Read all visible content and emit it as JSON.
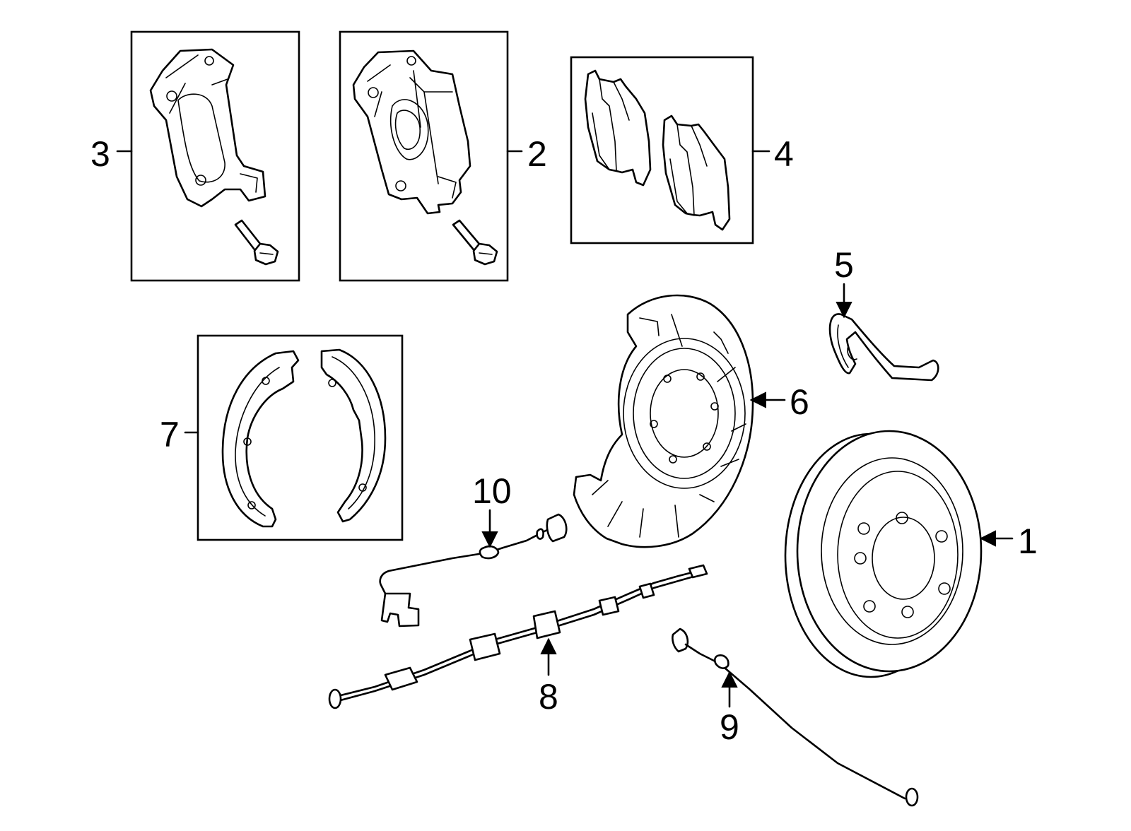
{
  "callouts": [
    {
      "id": "1",
      "text": "1"
    },
    {
      "id": "2",
      "text": "2"
    },
    {
      "id": "3",
      "text": "3"
    },
    {
      "id": "4",
      "text": "4"
    },
    {
      "id": "5",
      "text": "5"
    },
    {
      "id": "6",
      "text": "6"
    },
    {
      "id": "7",
      "text": "7"
    },
    {
      "id": "8",
      "text": "8"
    },
    {
      "id": "9",
      "text": "9"
    },
    {
      "id": "10",
      "text": "10"
    }
  ],
  "colors": {
    "line": "#000000",
    "background": "#ffffff"
  }
}
